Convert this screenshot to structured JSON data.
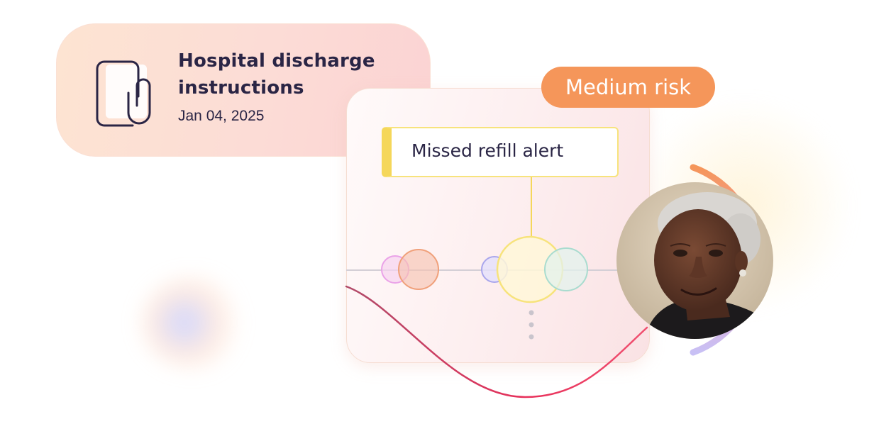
{
  "document_card": {
    "title": "Hospital discharge instructions",
    "date": "Jan 04, 2025",
    "icon": "document-attachment-icon"
  },
  "risk_badge": {
    "label": "Medium risk",
    "color": "#f5965a"
  },
  "alert": {
    "label": "Missed refill alert",
    "accent_color": "#f5d75a"
  },
  "timeline": {
    "node_colors": [
      "#eaa2e8",
      "#f0a07a",
      "#a9a6ec",
      "#f7e37c",
      "#a9dccf"
    ],
    "connector_color": "#f5d75a",
    "wave_color": "#e8305a"
  },
  "avatar": {
    "icon": "patient-avatar",
    "risk_ring_colors": [
      "#f5965a",
      "#f0a0c0",
      "#c8c0f5"
    ]
  }
}
